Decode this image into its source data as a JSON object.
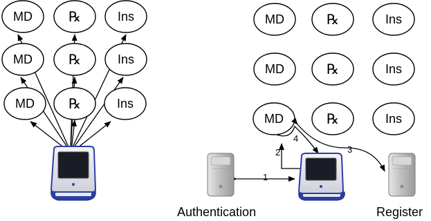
{
  "nodes": {
    "md": "MD",
    "rx": "℞",
    "ins": "Ins"
  },
  "steps": [
    "1",
    "2",
    "3",
    "4"
  ],
  "captions": {
    "authentication": "Authentication",
    "register": "Register"
  },
  "icons": {
    "laptop": "ibook-laptop-icon",
    "server": "tower-server-icon"
  },
  "colors": {
    "stroke": "#000000",
    "laptop_blue": "#2b3fa6",
    "laptop_shell": "#e9e9ee",
    "screen": "#1a1c26",
    "server_gray": "#c9c9c9"
  }
}
